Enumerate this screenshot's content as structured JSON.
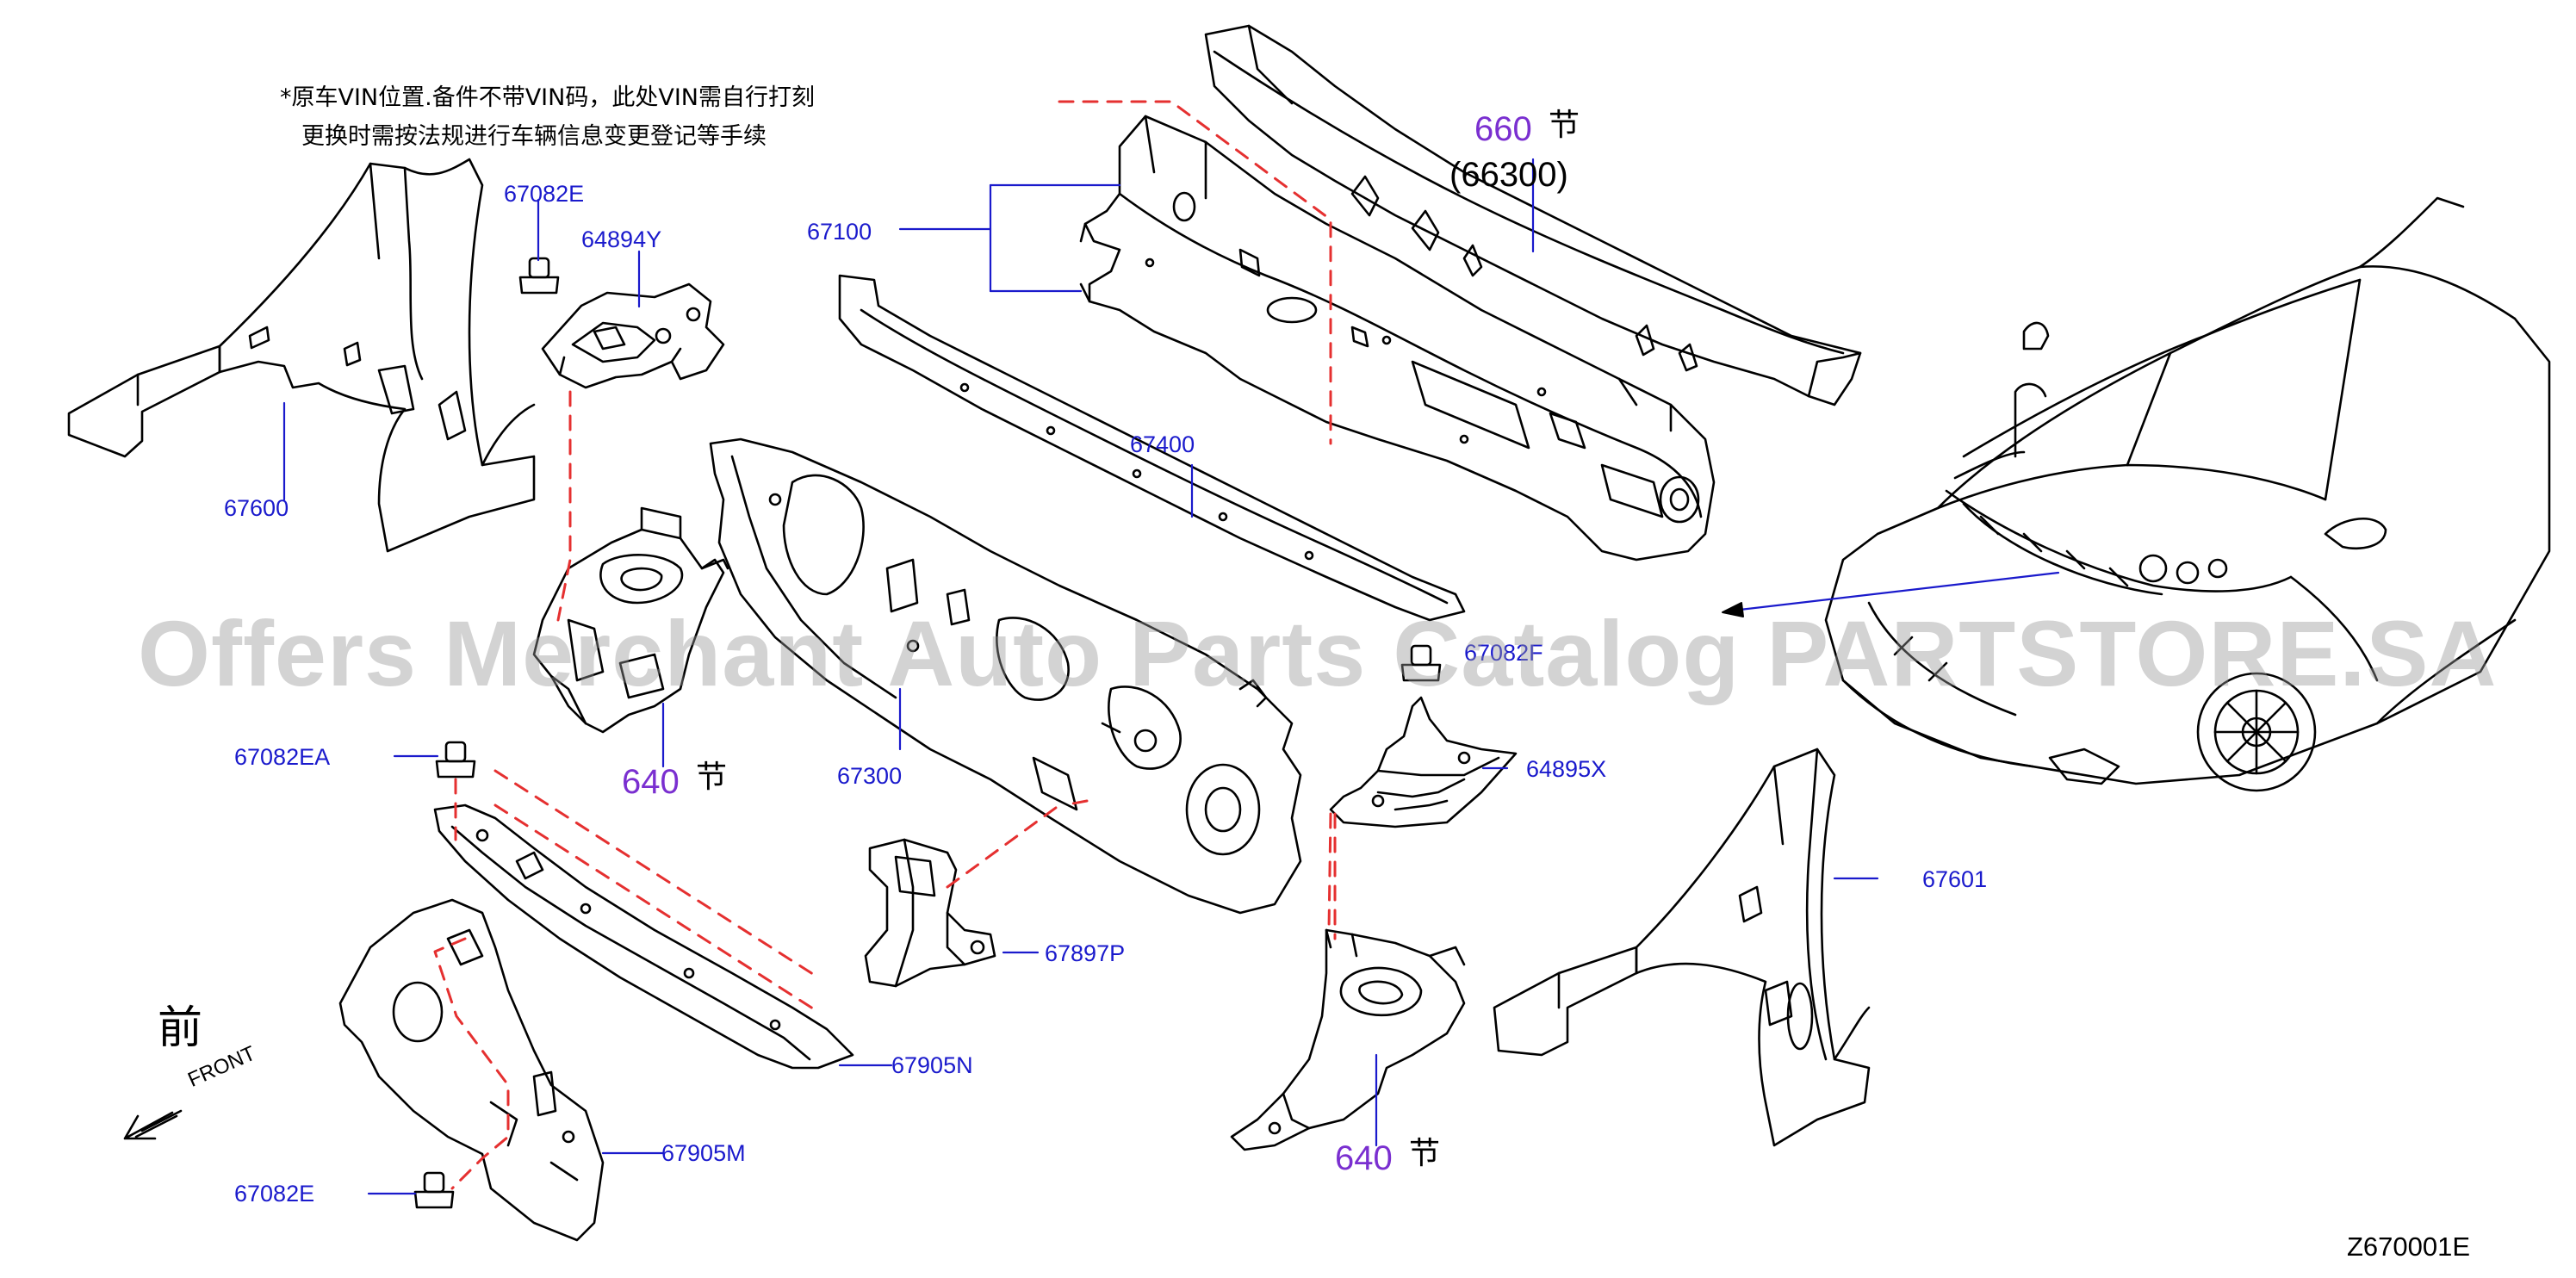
{
  "note": {
    "line1": "*原车VIN位置.备件不带VIN码，此处VIN需自行打刻",
    "line2": "更换时需按法规进行车辆信息变更登记等手续"
  },
  "parts": {
    "p67082E_top": "67082E",
    "p64894Y": "64894Y",
    "p67100": "67100",
    "p67600": "67600",
    "p67400": "67400",
    "p67300": "67300",
    "p67082F": "67082F",
    "p64895X": "64895X",
    "p67601": "67601",
    "p67082EA": "67082EA",
    "p67897P": "67897P",
    "p67905N": "67905N",
    "p67905M": "67905M",
    "p67082E_bottom": "67082E"
  },
  "sections": {
    "s660": {
      "num": "660",
      "suffix": "节",
      "sub": "(66300)"
    },
    "s640_left": {
      "num": "640",
      "suffix": "节"
    },
    "s640_right": {
      "num": "640",
      "suffix": "节"
    }
  },
  "front": {
    "cjk": "前",
    "label": "FRONT"
  },
  "diagram_code": "Z670001E",
  "watermark": "Offers Merchant Auto Parts Catalog PARTSTORE.SA",
  "colors": {
    "label": "#1a1acc",
    "section": "#7a2fd0",
    "dash": "#e53030",
    "line": "#000000",
    "watermark": "#969696"
  }
}
